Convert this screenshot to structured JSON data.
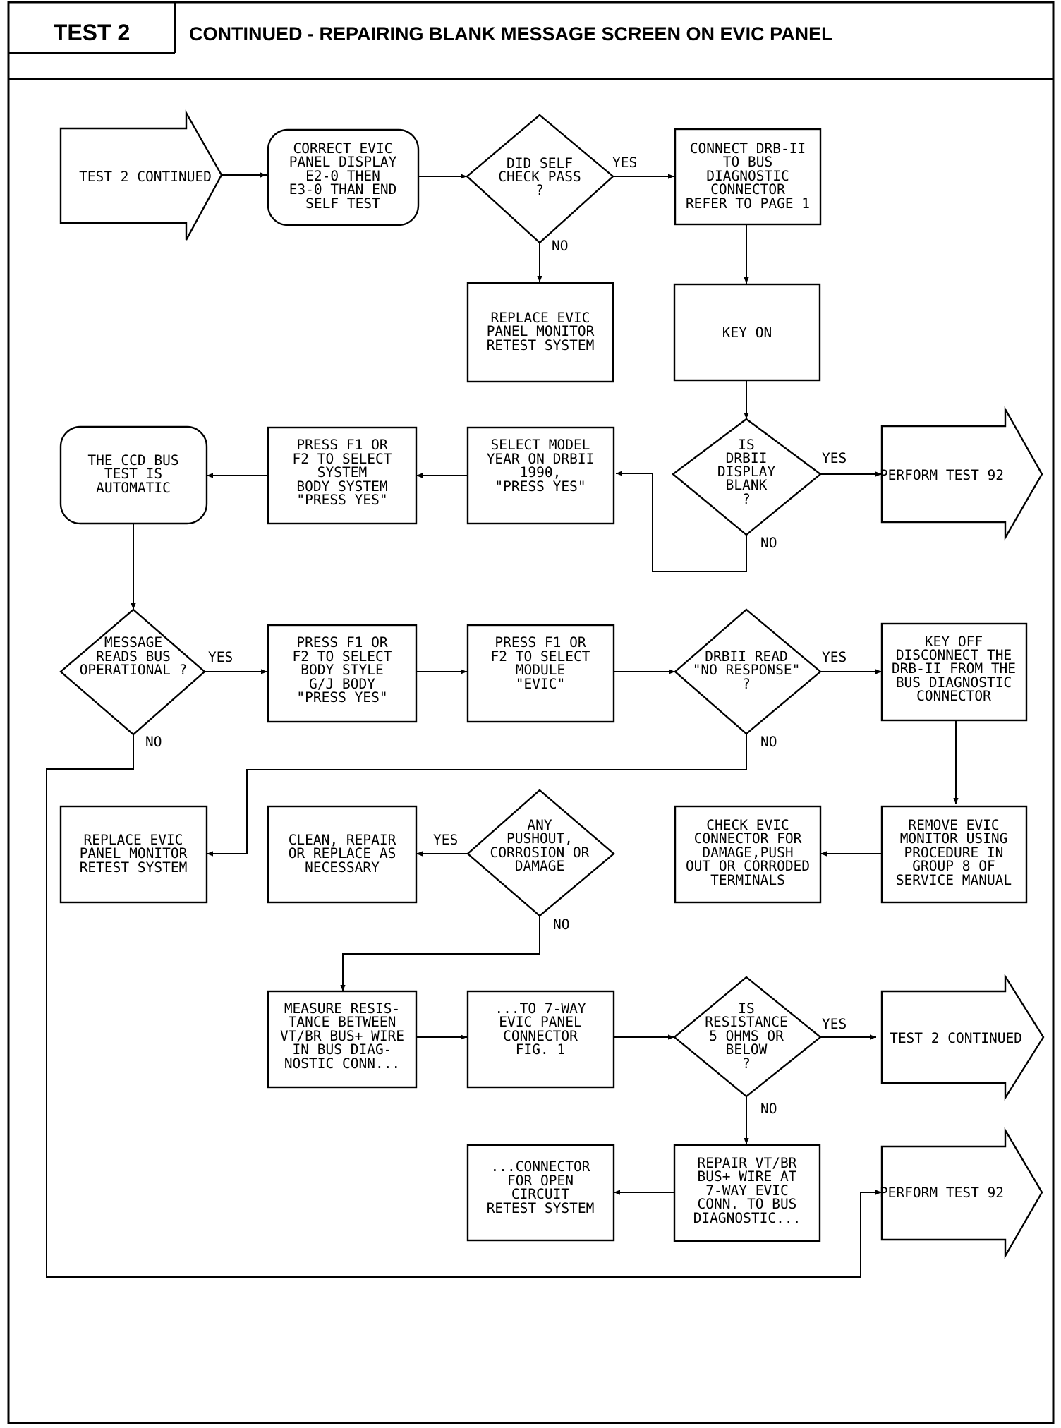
{
  "header": {
    "test_label": "TEST 2",
    "title": "CONTINUED - REPAIRING BLANK MESSAGE SCREEN ON EVIC PANEL"
  },
  "nodes": {
    "start": [
      "TEST 2  CONTINUED"
    ],
    "correct_display": [
      "CORRECT EVIC",
      "PANEL DISPLAY",
      "E2-0 THEN",
      "E3-0 THAN END",
      "SELF TEST"
    ],
    "self_check": [
      "DID SELF",
      "CHECK PASS",
      "?"
    ],
    "connect_drb": [
      "CONNECT DRB-II",
      "TO BUS",
      "DIAGNOSTIC",
      "CONNECTOR",
      "REFER TO PAGE 1"
    ],
    "replace_monitor_1": [
      "REPLACE EVIC",
      "PANEL MONITOR",
      "RETEST SYSTEM"
    ],
    "key_on": [
      "KEY ON"
    ],
    "display_blank": [
      "IS",
      "DRBII",
      "DISPLAY",
      "BLANK",
      "?"
    ],
    "perform_92_a": [
      "PERFORM TEST 92"
    ],
    "select_model": [
      "SELECT MODEL",
      "YEAR ON DRBII",
      "1990,",
      "\"PRESS YES\""
    ],
    "select_system": [
      "PRESS F1 OR",
      "F2 TO SELECT",
      "SYSTEM",
      "BODY SYSTEM",
      "\"PRESS YES\""
    ],
    "ccd_auto": [
      "THE CCD BUS",
      "TEST IS",
      "AUTOMATIC"
    ],
    "msg_bus_op": [
      "MESSAGE",
      "READS BUS",
      "OPERATIONAL ?"
    ],
    "body_style": [
      "PRESS F1 OR",
      "F2 TO SELECT",
      "BODY STYLE",
      "G/J BODY",
      "\"PRESS YES\""
    ],
    "select_module": [
      "PRESS F1 OR",
      "F2 TO SELECT",
      "MODULE",
      "\"EVIC\""
    ],
    "no_response": [
      "DRBII READ",
      "\"NO RESPONSE\"",
      "?"
    ],
    "key_off": [
      "KEY OFF",
      "DISCONNECT THE",
      "DRB-II FROM THE",
      "BUS DIAGNOSTIC",
      "CONNECTOR"
    ],
    "replace_monitor_2": [
      "REPLACE EVIC",
      "PANEL MONITOR",
      "RETEST SYSTEM"
    ],
    "clean_repair": [
      "CLEAN, REPAIR",
      "OR REPLACE AS",
      "NECESSARY"
    ],
    "any_pushout": [
      "ANY",
      "PUSHOUT,",
      "CORROSION OR",
      "DAMAGE"
    ],
    "check_connector": [
      "CHECK EVIC",
      "CONNECTOR FOR",
      "DAMAGE,PUSH",
      "OUT OR CORRODED",
      "TERMINALS"
    ],
    "remove_monitor": [
      "REMOVE EVIC",
      "MONITOR USING",
      "PROCEDURE IN",
      "GROUP 8 OF",
      "SERVICE MANUAL"
    ],
    "measure_res": [
      "MEASURE RESIS-",
      "TANCE BETWEEN",
      "VT/BR BUS+ WIRE",
      "IN BUS DIAG-",
      "NOSTIC CONN..."
    ],
    "to_7way": [
      "...TO 7-WAY",
      "EVIC PANEL",
      "CONNECTOR",
      "FIG. 1"
    ],
    "resistance": [
      "IS",
      "RESISTANCE",
      "5 OHMS OR",
      "BELOW",
      "?"
    ],
    "test2_cont": [
      "TEST 2 CONTINUED"
    ],
    "connector_open": [
      "...CONNECTOR",
      "FOR OPEN",
      "CIRCUIT",
      "RETEST SYSTEM"
    ],
    "repair_wire": [
      "REPAIR VT/BR",
      "BUS+ WIRE AT",
      "7-WAY EVIC",
      "CONN. TO BUS",
      "DIAGNOSTIC..."
    ],
    "perform_92_b": [
      "PERFORM TEST 92"
    ]
  },
  "labels": {
    "yes": "YES",
    "no": "NO"
  }
}
